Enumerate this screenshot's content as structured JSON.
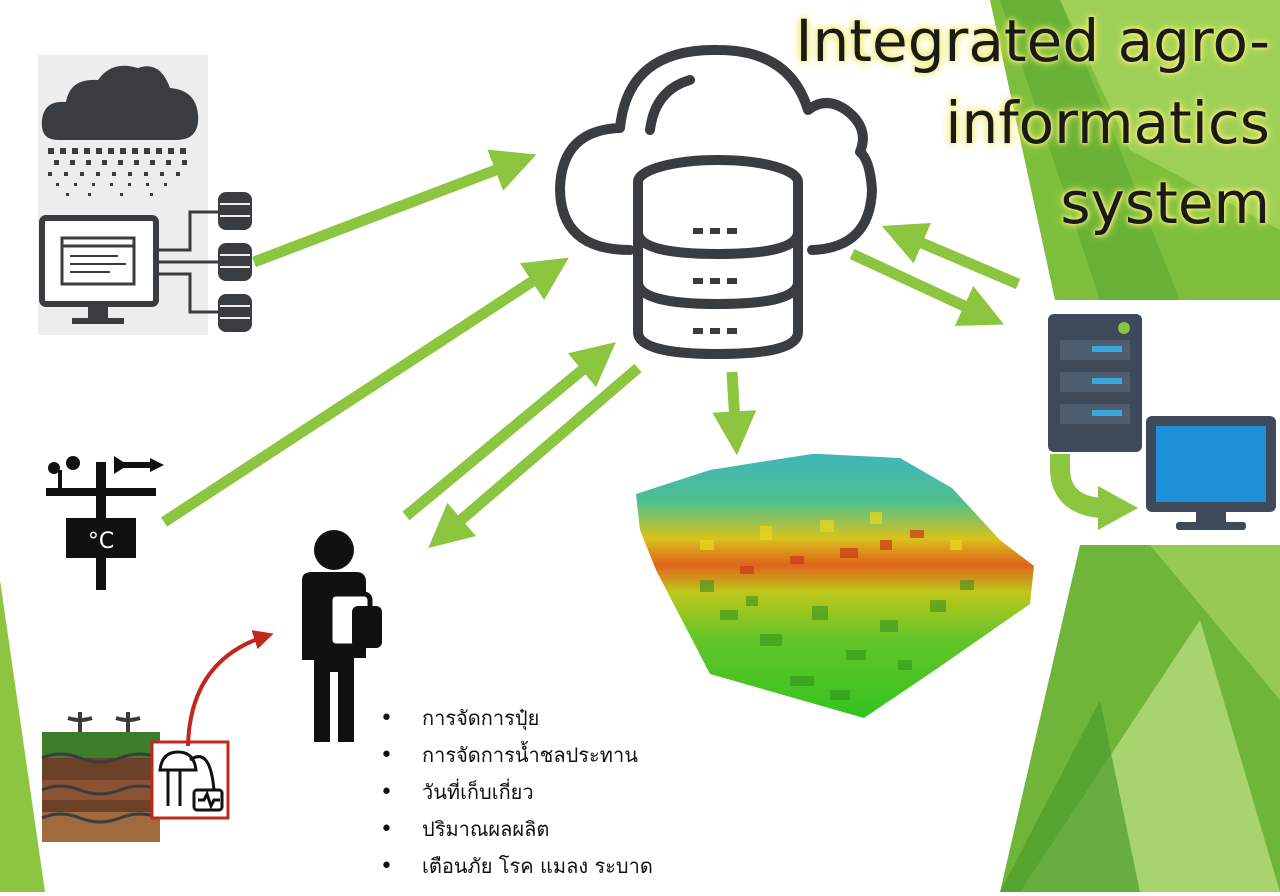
{
  "title": {
    "lines": [
      "Integrated agro-",
      "informatics",
      "system"
    ]
  },
  "station_sign": "°C",
  "outputs": {
    "items": [
      "การจัดการปุ๋ย",
      "การจัดการน้ำชลประทาน",
      "วันที่เก็บเกี่ยว",
      "ปริมาณผลผลิต",
      "เตือนภัย โรค แมลง ระบาด"
    ]
  },
  "colors": {
    "arrow_green": "#8cc53f",
    "arrow_red": "#c0281c",
    "icon_dark": "#3a3d40",
    "server_blue": "#39a8e0",
    "monitor_blue": "#1e90d6"
  }
}
